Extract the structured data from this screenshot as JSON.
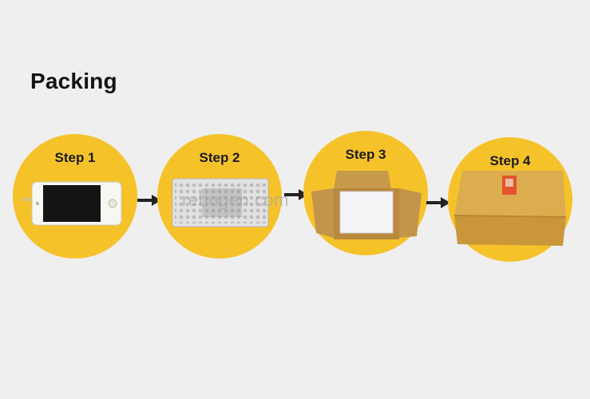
{
  "title": "Packing",
  "steps": [
    {
      "label": "Step 1",
      "icon": "phone-lcd-screen-icon"
    },
    {
      "label": "Step 2",
      "icon": "bubble-bag-icon"
    },
    {
      "label": "Step 3",
      "icon": "open-carton-box-icon"
    },
    {
      "label": "Step 4",
      "icon": "sealed-carton-box-icon"
    }
  ],
  "watermark": "rebogen.com",
  "colors": {
    "background": "#efefef",
    "circle": "#f6c22a",
    "arrow": "#222222",
    "box": "#d9a94a"
  }
}
